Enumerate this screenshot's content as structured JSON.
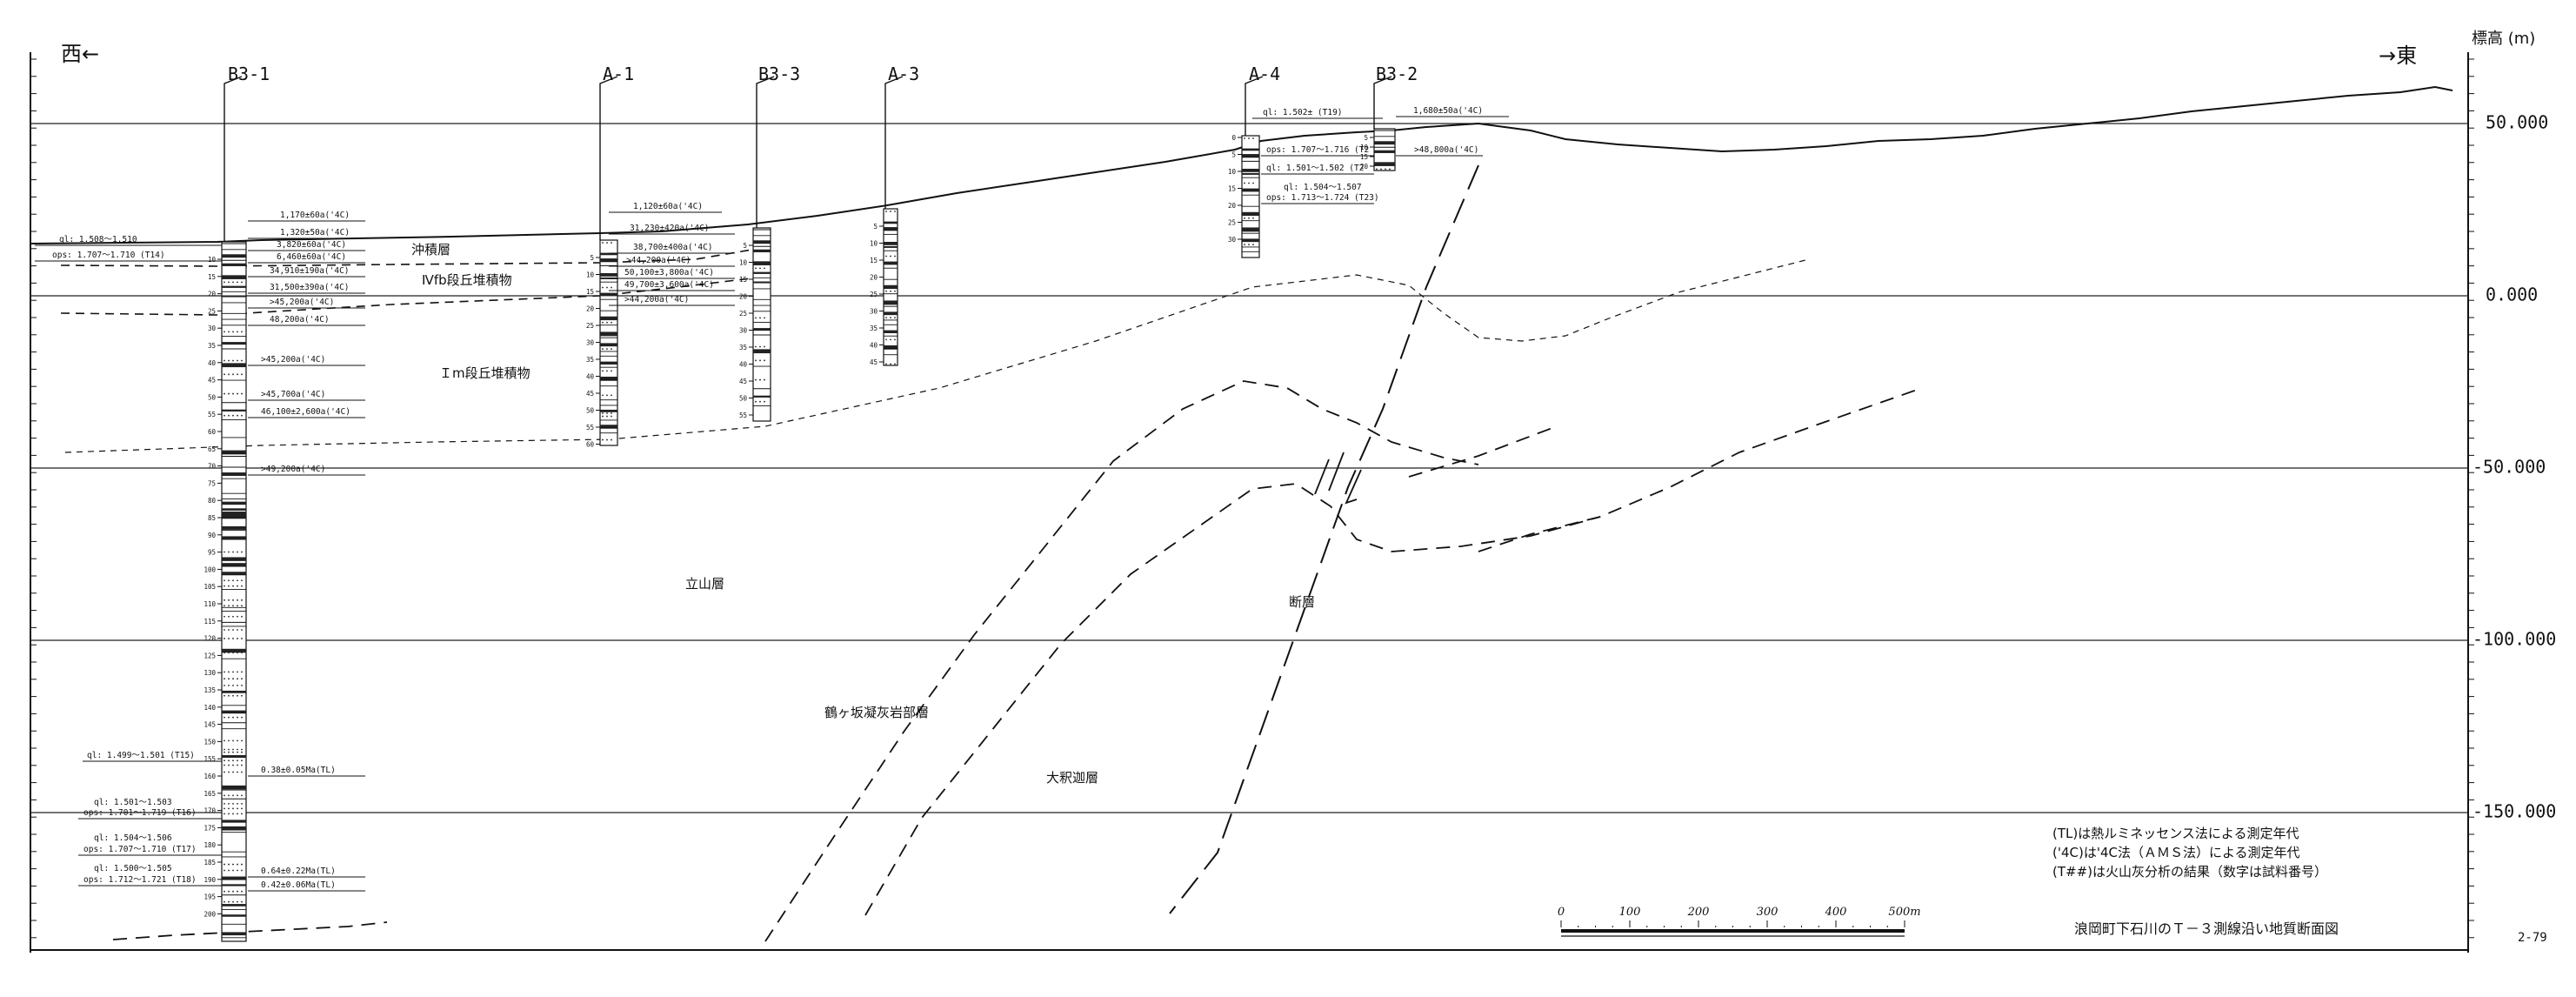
{
  "direction": {
    "west": "西←",
    "east": "→東"
  },
  "elevation_axis": {
    "title": "標高 (m)",
    "ticks": [
      "50.000",
      "0.000",
      "-50.000",
      "-100.000",
      "-150.000"
    ]
  },
  "boreholes": [
    {
      "name": "B3-1"
    },
    {
      "name": "A-1"
    },
    {
      "name": "B3-3"
    },
    {
      "name": "A-3"
    },
    {
      "name": "A-4"
    },
    {
      "name": "B3-2"
    }
  ],
  "b31_depth_ticks": [
    "10",
    "15",
    "20",
    "25",
    "30",
    "35",
    "40",
    "45",
    "50",
    "55",
    "60",
    "65",
    "70",
    "75",
    "80",
    "85",
    "90",
    "95",
    "100",
    "105",
    "110",
    "115",
    "120",
    "125",
    "130",
    "135",
    "140",
    "145",
    "150",
    "155",
    "160",
    "165",
    "170",
    "175",
    "180",
    "185",
    "190",
    "195",
    "200"
  ],
  "a1_depth_ticks": [
    "5",
    "10",
    "15",
    "20",
    "25",
    "30",
    "35",
    "40",
    "45",
    "50",
    "55",
    "60"
  ],
  "b33_depth_ticks": [
    "5",
    "10",
    "15",
    "20",
    "25",
    "30",
    "35",
    "40",
    "45",
    "50",
    "55"
  ],
  "a3_depth_ticks": [
    "5",
    "10",
    "15",
    "20",
    "25",
    "30",
    "35",
    "40",
    "45"
  ],
  "a4_depth_ticks": [
    "0",
    "5",
    "10",
    "15",
    "20",
    "25",
    "30"
  ],
  "b32_depth_ticks": [
    "5",
    "10",
    "15",
    "20"
  ],
  "ages": {
    "b31_left": [
      "ql: 1.508～1.510",
      "ops: 1.707～1.710 (T14)",
      "ql: 1.499～1.501 (T15)",
      "ql: 1.501～1.503",
      "ops: 1.701～1.719 (T16)",
      "ql: 1.504～1.506",
      "ops: 1.707～1.710 (T17)",
      "ql: 1.500～1.505",
      "ops: 1.712～1.721 (T18)"
    ],
    "b31_right": [
      "1,170±60a('4C)",
      "1,320±50a('4C)",
      "3,820±60a('4C)",
      "6,460±60a('4C)",
      "34,910±190a('4C)",
      "31,500±390a('4C)",
      ">45,200a('4C)",
      "48,200a('4C)",
      ">45,200a('4C)",
      ">45,700a('4C)",
      "46,100±2,600a('4C)",
      ">49,200a('4C)",
      "0.38±0.05Ma(TL)",
      "0.64±0.22Ma(TL)",
      "0.42±0.06Ma(TL)"
    ],
    "a1_right": [
      "1,120±60a('4C)",
      "31,230±420a('4C)",
      "38,700±400a('4C)",
      ">44,200a('4C)",
      "50,100±3,800a('4C)",
      "49,700±3,600a('4C)",
      ">44,200a('4C)"
    ],
    "a4_top": "ql: 1.502± (T19)",
    "b32_left": [
      "ops: 1.707～1.716 (T2",
      "ql: 1.501～1.502 (T2",
      "ql: 1.504～1.507",
      "ops: 1.713～1.724 (T23)"
    ],
    "b32_right": [
      "1,680±50a('4C)",
      ">48,800a('4C)"
    ]
  },
  "units": {
    "alluvium": "沖積層",
    "terrace_ivb": "Ⅳfb段丘堆積物",
    "terrace_im": "Ｉm段丘堆積物",
    "tateyama": "立山層",
    "tsurugasaka": "鶴ヶ坂凝灰岩部層",
    "oshakuso": "大釈迦層",
    "fault": "断層"
  },
  "legend": {
    "lines": [
      "(TL)は熱ルミネッセンス法による測定年代",
      "('4C)は'4C法（ＡＭＳ法）による測定年代",
      "(T##)は火山灰分析の結果（数字は試料番号）"
    ]
  },
  "scale_bar": {
    "labels": [
      "0",
      "100",
      "200",
      "300",
      "400",
      "500m"
    ]
  },
  "figure_title": "浪岡町下石川のＴ－３測線沿い地質断面図",
  "page_number": "2-79"
}
